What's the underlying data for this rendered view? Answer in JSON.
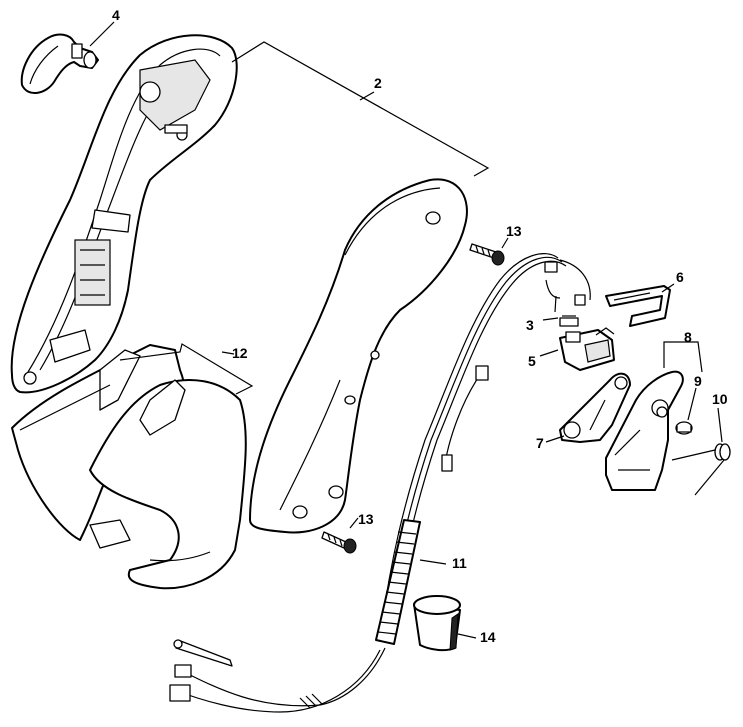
{
  "diagram": {
    "callouts": [
      {
        "id": "2",
        "label": "2",
        "part": "handle-housing-pair"
      },
      {
        "id": "3",
        "label": "3",
        "part": "wire-connector"
      },
      {
        "id": "4",
        "label": "4",
        "part": "lever"
      },
      {
        "id": "5",
        "label": "5",
        "part": "switch"
      },
      {
        "id": "6",
        "label": "6",
        "part": "spring-clip"
      },
      {
        "id": "7",
        "label": "7",
        "part": "lever-link"
      },
      {
        "id": "8",
        "label": "8",
        "part": "trigger"
      },
      {
        "id": "9",
        "label": "9",
        "part": "pin"
      },
      {
        "id": "10",
        "label": "10",
        "part": "torsion-spring"
      },
      {
        "id": "11",
        "label": "11",
        "part": "cable-harness"
      },
      {
        "id": "12",
        "label": "12",
        "part": "cover-pair"
      },
      {
        "id": "13a",
        "label": "13",
        "part": "screw-upper"
      },
      {
        "id": "13b",
        "label": "13",
        "part": "screw-lower"
      },
      {
        "id": "14",
        "label": "14",
        "part": "sleeve"
      }
    ]
  }
}
